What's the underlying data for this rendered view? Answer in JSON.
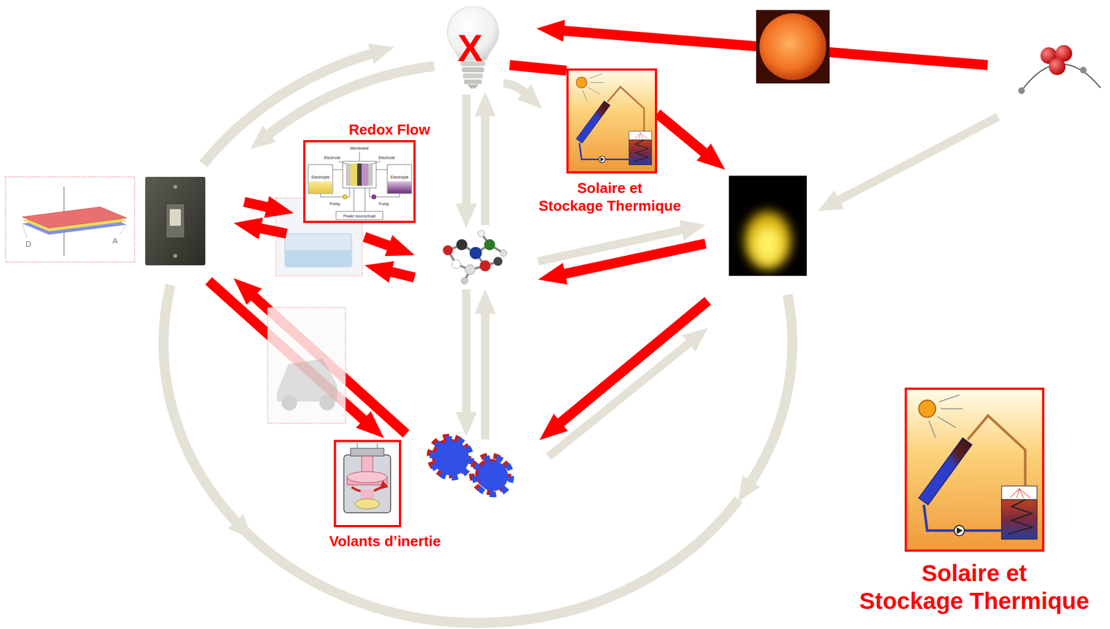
{
  "diagram": {
    "nodes": [
      {
        "text": [
          "Solaire et Stockage Thermique"
        ]
      },
      {
        "text": [
          "Redox Flow"
        ]
      },
      {
        "text": [
          "Volants d’inertie"
        ]
      },
      {
        "text": [
          "Solaire et Stockage Thermique"
        ]
      }
    ],
    "labels": [
      "X",
      "D",
      "A",
      "Membrane",
      "Electrode",
      "Electrode",
      "Electrolyte",
      "Electrolyte",
      "Pump",
      "Pump",
      "Power source/load"
    ]
  }
}
